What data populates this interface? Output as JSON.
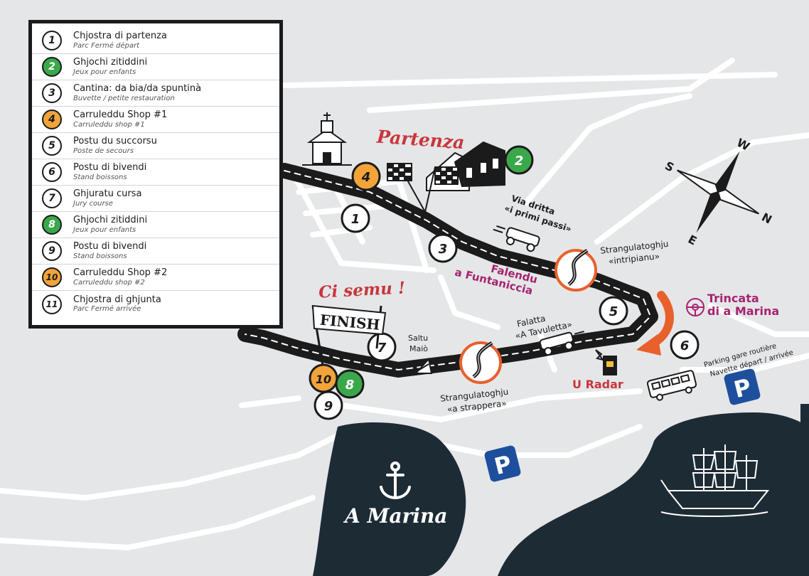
{
  "legend": {
    "items": [
      {
        "num": "1",
        "title": "Chjostra di partenza",
        "subtitle": "Parc Fermé départ",
        "color": "#ffffff"
      },
      {
        "num": "2",
        "title": "Ghjochi zitiddini",
        "subtitle": "Jeux pour enfants",
        "color": "#3aa84a"
      },
      {
        "num": "3",
        "title": "Cantina: da bia/da spuntinà",
        "subtitle": "Buvette / petite restauration",
        "color": "#ffffff"
      },
      {
        "num": "4",
        "title": "Carruleddu Shop #1",
        "subtitle": "Carruleddu shop #1",
        "color": "#f2a33a"
      },
      {
        "num": "5",
        "title": "Postu du succorsu",
        "subtitle": "Poste de secours",
        "color": "#ffffff"
      },
      {
        "num": "6",
        "title": "Postu di bivendi",
        "subtitle": "Stand boissons",
        "color": "#ffffff"
      },
      {
        "num": "7",
        "title": "Ghjuratu cursa",
        "subtitle": "Jury course",
        "color": "#ffffff"
      },
      {
        "num": "8",
        "title": "Ghjochi zitiddini",
        "subtitle": "Jeux pour enfants",
        "color": "#3aa84a"
      },
      {
        "num": "9",
        "title": "Postu di bivendi",
        "subtitle": "Stand boissons",
        "color": "#ffffff"
      },
      {
        "num": "10",
        "title": "Carruleddu Shop #2",
        "subtitle": "Carruleddu shop #2",
        "color": "#f2a33a"
      },
      {
        "num": "11",
        "title": "Chjostra di ghjunta",
        "subtitle": "Parc Fermé arrivée",
        "color": "#ffffff"
      }
    ]
  },
  "labels": {
    "partenza": "Partenza",
    "ci_semu": "Ci semu !",
    "finish": "FINISH",
    "via_dritta_1": "Via dritta",
    "via_dritta_2": "«i primi passi»",
    "strang1_1": "Strangulatoghju",
    "strang1_2": "«intripianu»",
    "falendu_1": "Falendu",
    "falendu_2": "a Funtaniccia",
    "trincata_1": "Trincata",
    "trincata_2": "di a Marina",
    "falatta_1": "Falatta",
    "falatta_2": "«A Tavuletta»",
    "saltu_1": "Saltu",
    "saltu_2": "Maiò",
    "strang2_1": "Strangulatoghju",
    "strang2_2": "«a strappera»",
    "u_radar": "U Radar",
    "parking_1": "Parking gare routière",
    "parking_2": "Navette départ / arrivée",
    "a_marina": "A Marina",
    "parking_symbol": "P",
    "compass_n": "N",
    "compass_s": "S",
    "compass_e": "E",
    "compass_w": "W"
  },
  "markers": {
    "m1": "1",
    "m2": "2",
    "m3": "3",
    "m4": "4",
    "m5": "5",
    "m6": "6",
    "m7": "7",
    "m8": "8",
    "m9": "9",
    "m10": "10"
  },
  "colors": {
    "background": "#e5e6e8",
    "water": "#1d2b35",
    "road": "#1b1b1b",
    "street": "#ffffff",
    "accent_red": "#c8363b",
    "accent_purple": "#a6246f",
    "accent_orange": "#e8602c",
    "green": "#3aa84a",
    "orange": "#f2a33a",
    "parking_blue": "#1d4f9c"
  }
}
